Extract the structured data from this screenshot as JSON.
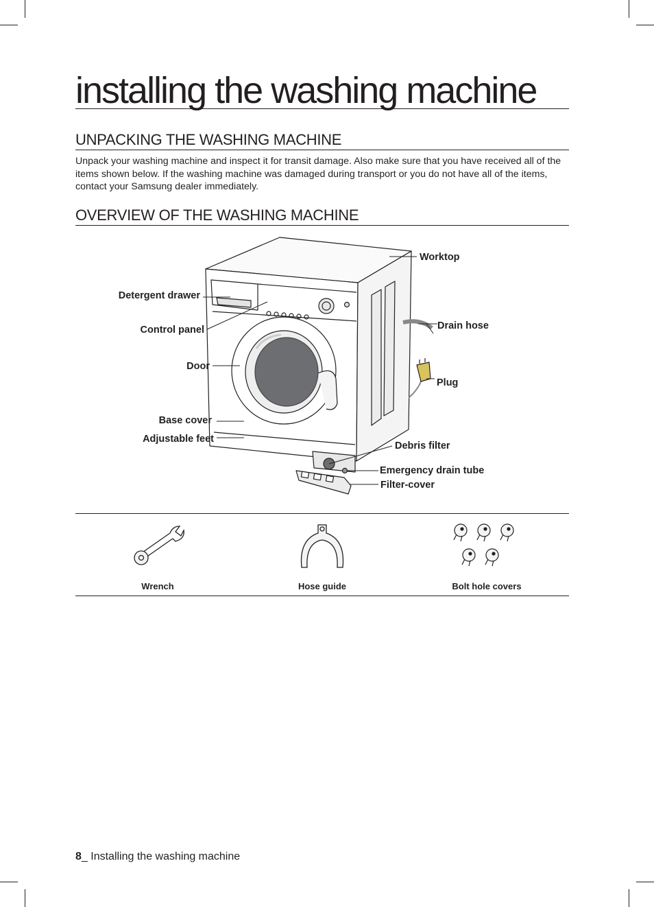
{
  "page": {
    "title": "installing the washing machine"
  },
  "unpacking": {
    "heading": "UNPACKING THE WASHING MACHINE",
    "body": "Unpack your washing machine and inspect it for transit damage. Also make sure that you have received all of the items shown below. If the washing machine was damaged during transport or you do not have all of the items, contact your Samsung dealer immediately."
  },
  "overview": {
    "heading": "OVERVIEW OF THE WASHING MACHINE",
    "labels": {
      "worktop": "Worktop",
      "detergent_drawer": "Detergent drawer",
      "drain_hose": "Drain hose",
      "control_panel": "Control panel",
      "door": "Door",
      "plug": "Plug",
      "base_cover": "Base cover",
      "adjustable_feet": "Adjustable feet",
      "debris_filter": "Debris filter",
      "emergency_drain_tube": "Emergency drain tube",
      "filter_cover": "Filter-cover"
    }
  },
  "accessories": [
    {
      "name": "Wrench",
      "icon": "wrench-icon"
    },
    {
      "name": "Hose guide",
      "icon": "hose-guide-icon"
    },
    {
      "name": "Bolt hole covers",
      "icon": "bolt-hole-covers-icon"
    }
  ],
  "footer": {
    "page_number": "8",
    "section": "Installing the washing machine"
  }
}
